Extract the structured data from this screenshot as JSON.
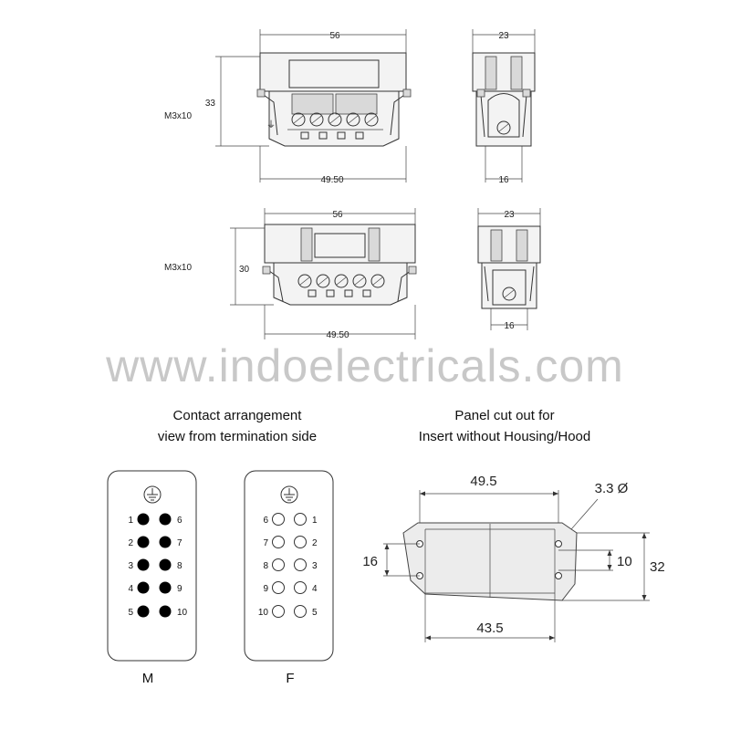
{
  "watermark": "www.indoelectricals.com",
  "top_drawings": {
    "male": {
      "width_top": "56",
      "height": "33",
      "screw": "M3x10",
      "width_bottom": "49.50",
      "side_width_top": "23",
      "side_width_bottom": "16"
    },
    "female": {
      "width_top": "56",
      "height": "30",
      "screw": "M3x10",
      "width_bottom": "49.50",
      "side_width_top": "23",
      "side_width_bottom": "16"
    }
  },
  "contact_caption": [
    "Contact arrangement",
    "view from termination side"
  ],
  "panel_caption": [
    "Panel cut out for",
    "Insert without Housing/Hood"
  ],
  "male_insert": {
    "label": "M",
    "left_pins": [
      "1",
      "2",
      "3",
      "4",
      "5"
    ],
    "right_pins": [
      "6",
      "7",
      "8",
      "9",
      "10"
    ]
  },
  "female_insert": {
    "label": "F",
    "left_pins": [
      "6",
      "7",
      "8",
      "9",
      "10"
    ],
    "right_pins": [
      "1",
      "2",
      "3",
      "4",
      "5"
    ]
  },
  "panel": {
    "width_top": "49.5",
    "hole": "3.3 Ø",
    "height_left": "16",
    "height_inner": "10",
    "height_right": "32",
    "width_bottom": "43.5"
  }
}
